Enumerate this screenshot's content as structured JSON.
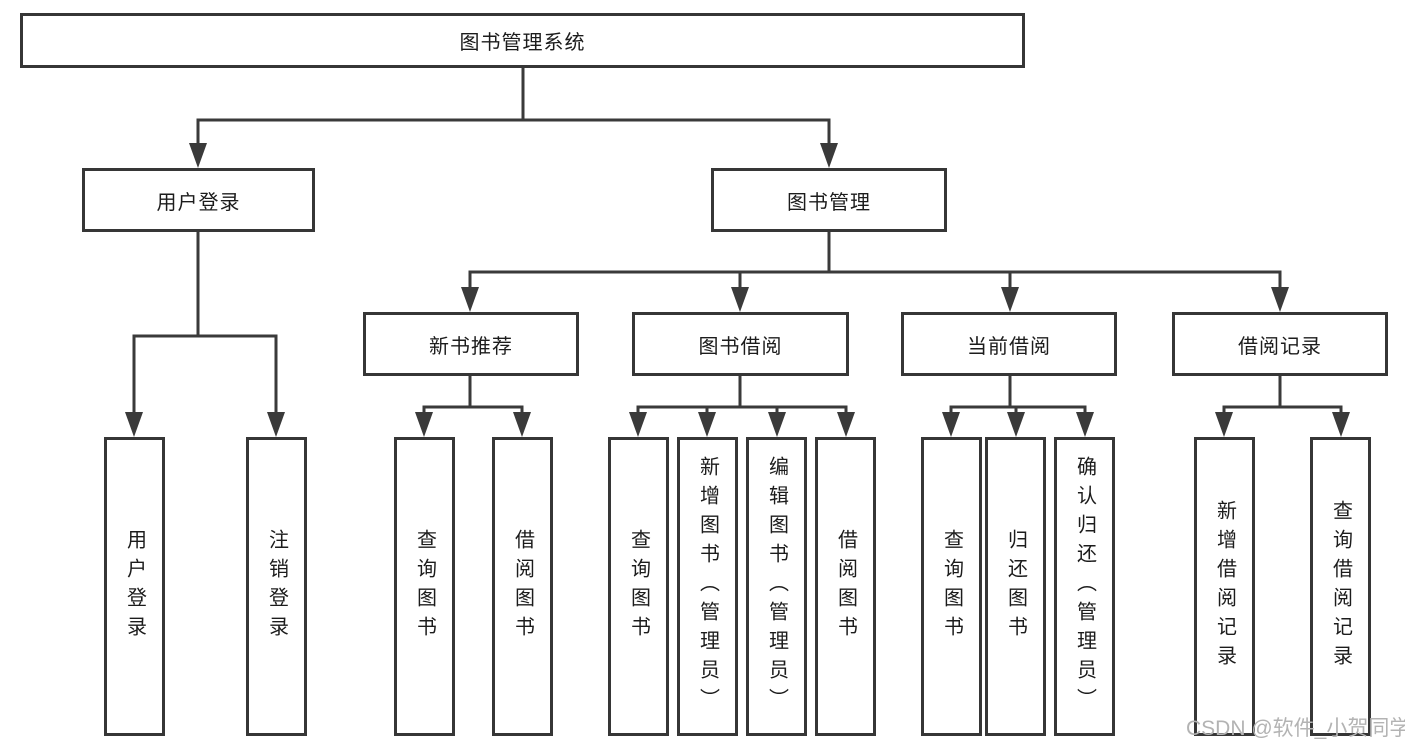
{
  "tree": {
    "root": {
      "label": "图书管理系统"
    },
    "branches": [
      {
        "label": "用户登录",
        "children": [
          {
            "label": "用户登录"
          },
          {
            "label": "注销登录"
          }
        ]
      },
      {
        "label": "图书管理",
        "children": [
          {
            "label": "新书推荐",
            "children": [
              {
                "label": "查询图书"
              },
              {
                "label": "借阅图书"
              }
            ]
          },
          {
            "label": "图书借阅",
            "children": [
              {
                "label": "查询图书"
              },
              {
                "label": "新增图书（管理员）"
              },
              {
                "label": "编辑图书（管理员）"
              },
              {
                "label": "借阅图书"
              }
            ]
          },
          {
            "label": "当前借阅",
            "children": [
              {
                "label": "查询图书"
              },
              {
                "label": "归还图书"
              },
              {
                "label": "确认归还（管理员）"
              }
            ]
          },
          {
            "label": "借阅记录",
            "children": [
              {
                "label": "新增借阅记录"
              },
              {
                "label": "查询借阅记录"
              }
            ]
          }
        ]
      }
    ]
  },
  "watermark": {
    "text": "CSDN @软件_小贺同学"
  },
  "colors": {
    "line": "#3a3a3a",
    "box_border": "#363636",
    "text": "#1c1c1c",
    "background": "#ffffff",
    "watermark": "#b3b3b3"
  }
}
